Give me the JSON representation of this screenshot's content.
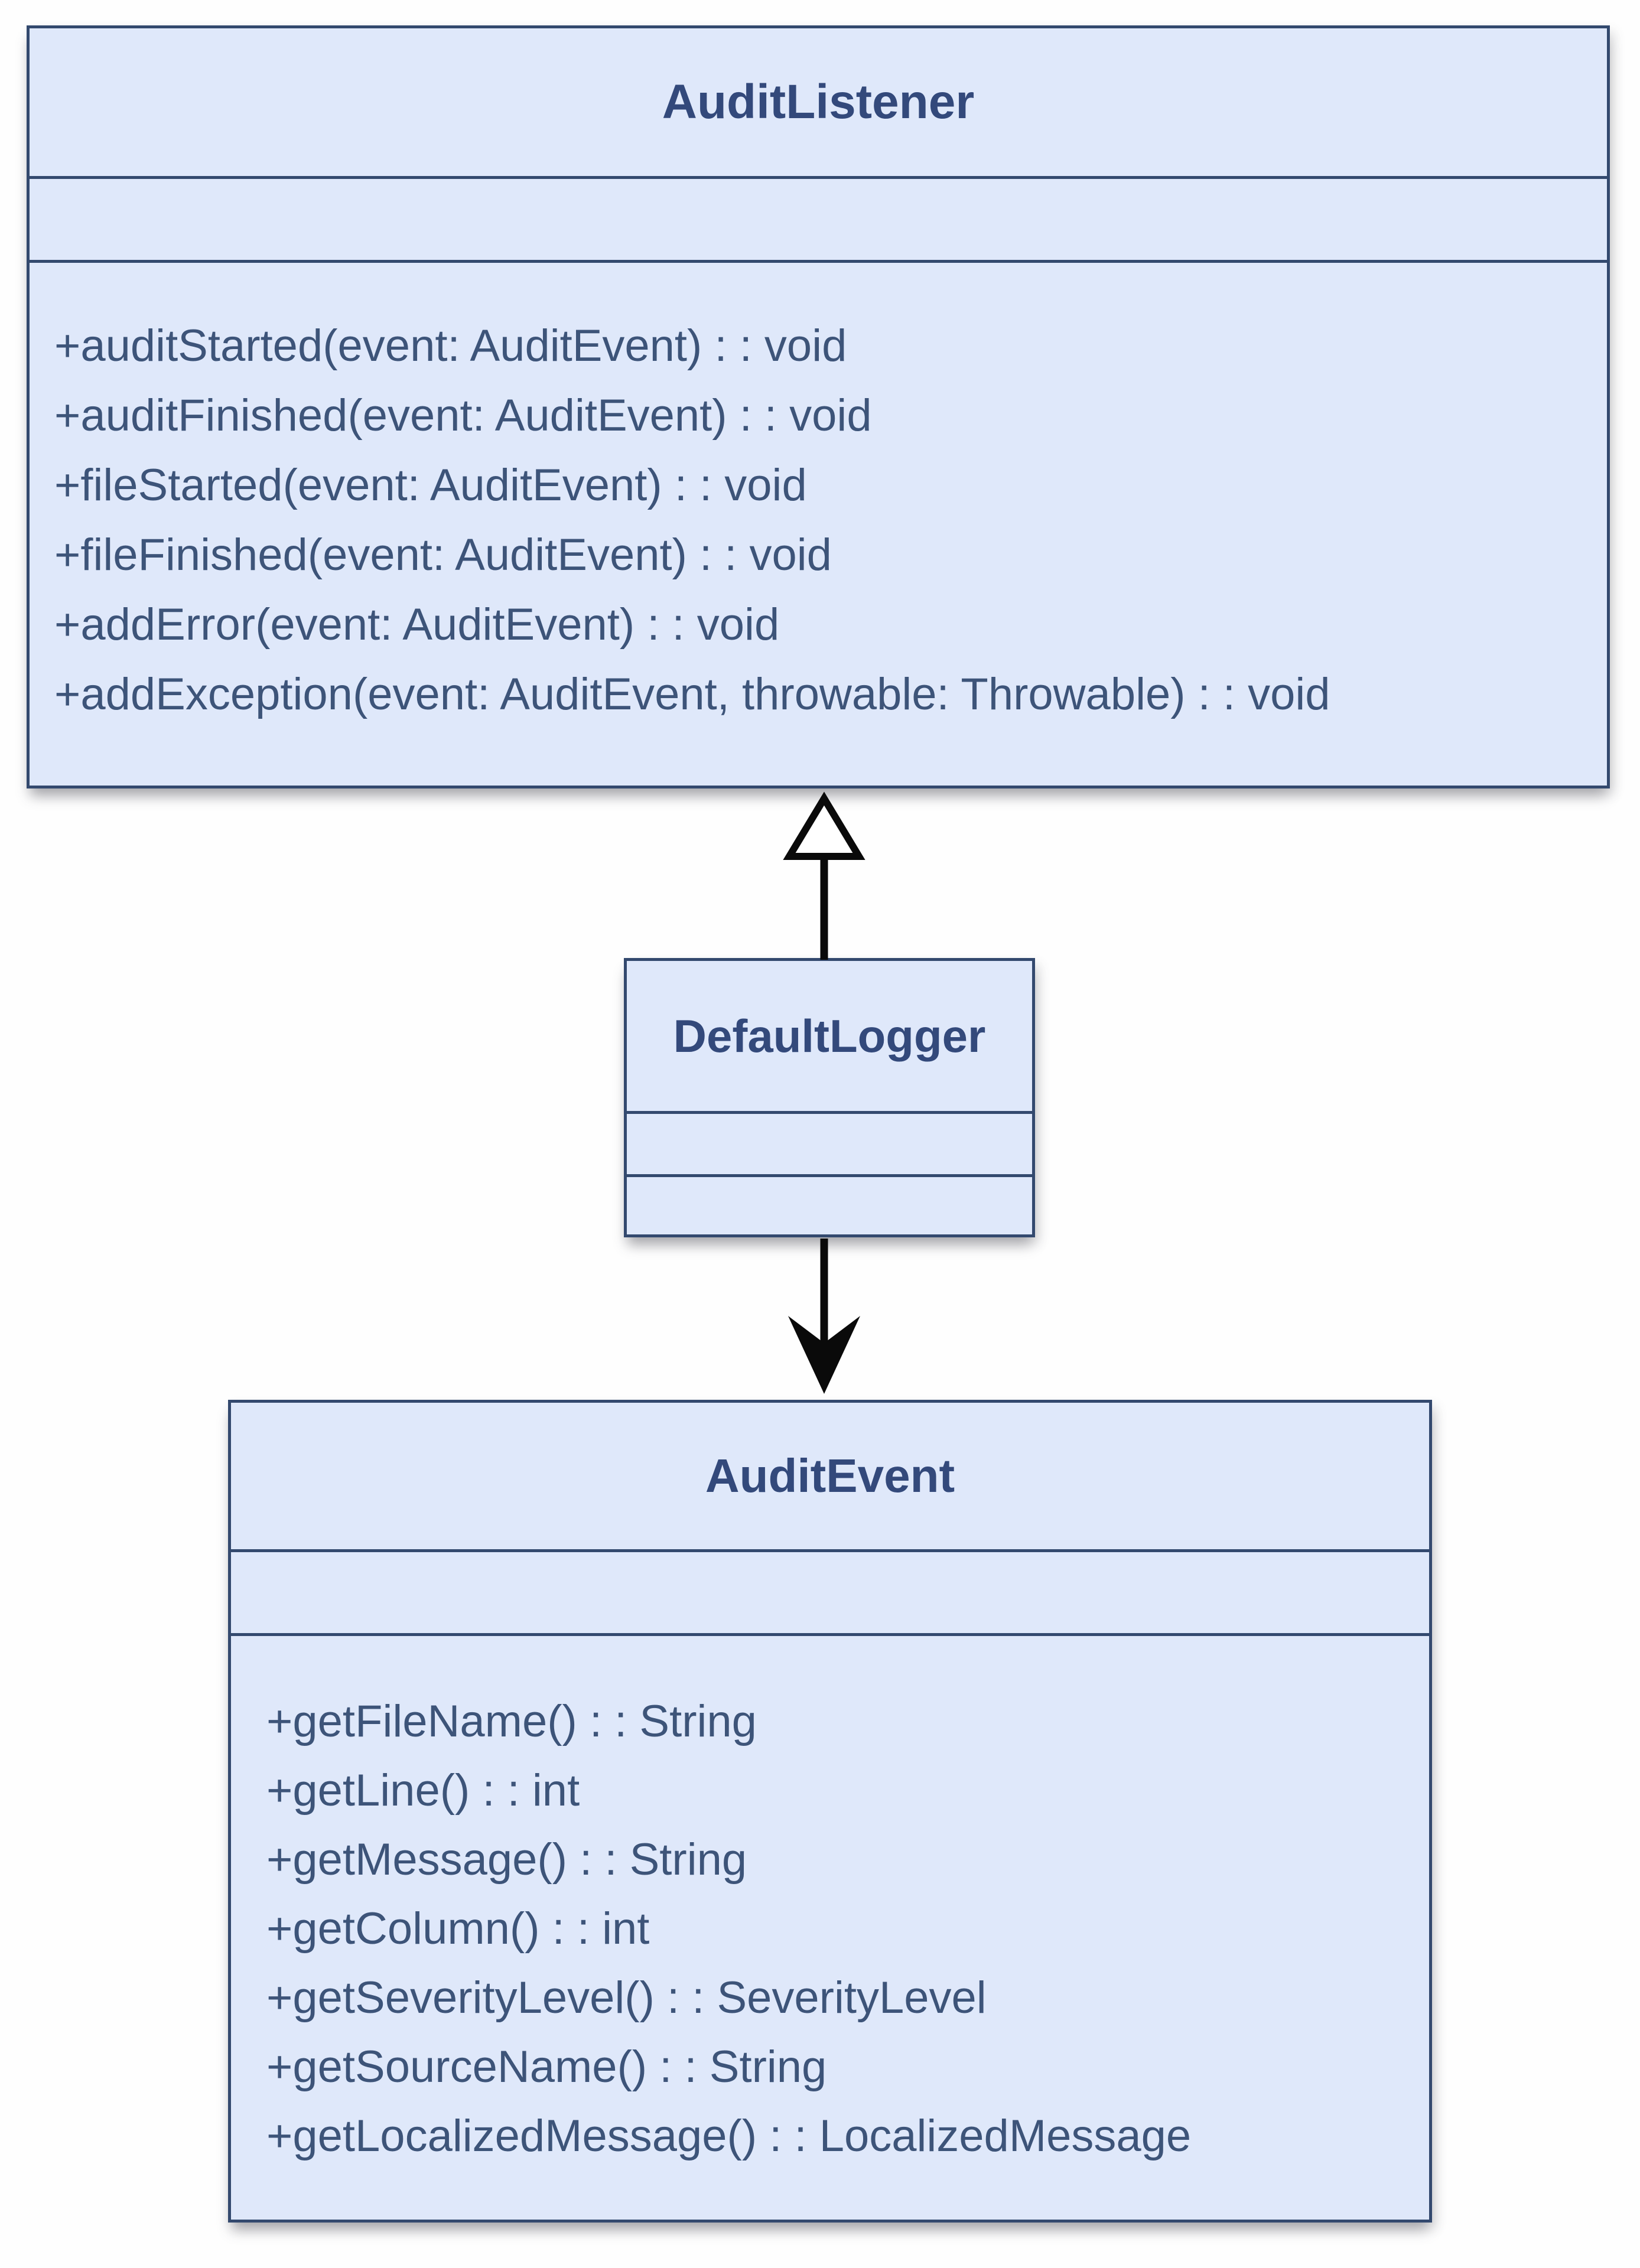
{
  "diagram": {
    "type": "uml-class-diagram",
    "background": "#fefefe",
    "colors": {
      "class_fill": "#dfe8fa",
      "class_border": "#33496e",
      "title_text": "#33497b",
      "member_text": "#3d5479",
      "arrow": "#0a0a0a"
    },
    "classes": [
      {
        "name": "AuditListener",
        "attributes": [],
        "methods": [
          "+auditStarted(event: AuditEvent) : : void",
          "+auditFinished(event: AuditEvent) : : void",
          "+fileStarted(event: AuditEvent) : : void",
          "+fileFinished(event: AuditEvent) : : void",
          "+addError(event: AuditEvent) : : void",
          "+addException(event: AuditEvent, throwable: Throwable) : : void"
        ]
      },
      {
        "name": "DefaultLogger",
        "attributes": [],
        "methods": []
      },
      {
        "name": "AuditEvent",
        "attributes": [],
        "methods": [
          "+getFileName() : : String",
          "+getLine() : : int",
          "+getMessage() : : String",
          "+getColumn() : : int",
          "+getSeverityLevel() : : SeverityLevel",
          "+getSourceName() : : String",
          "+getLocalizedMessage() : : LocalizedMessage"
        ]
      }
    ],
    "relationships": [
      {
        "from": "DefaultLogger",
        "to": "AuditListener",
        "type": "realization",
        "arrowhead": "hollow-triangle"
      },
      {
        "from": "DefaultLogger",
        "to": "AuditEvent",
        "type": "directed-association",
        "arrowhead": "open-v"
      }
    ]
  }
}
